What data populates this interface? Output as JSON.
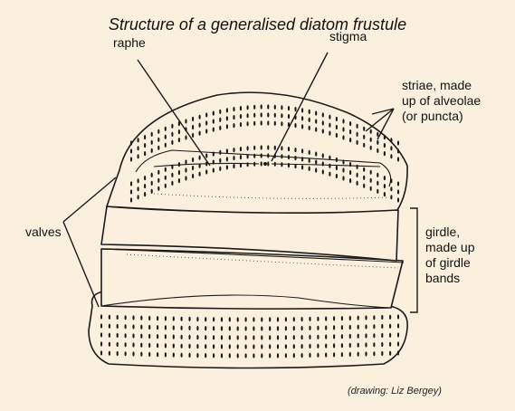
{
  "title": "Structure of a generalised diatom frustule",
  "labels": {
    "raphe": "raphe",
    "stigma": "stigma",
    "striae_line1": "striae, made",
    "striae_line2": "up of alveolae",
    "striae_line3": "(or puncta)",
    "valves": "valves",
    "girdle_line1": "girdle,",
    "girdle_line2": "made up",
    "girdle_line3": "of girdle",
    "girdle_line4": "bands"
  },
  "credit": "(drawing: Liz Bergey)",
  "colors": {
    "background": "#fbf0de",
    "ink": "#1a1a1a"
  }
}
